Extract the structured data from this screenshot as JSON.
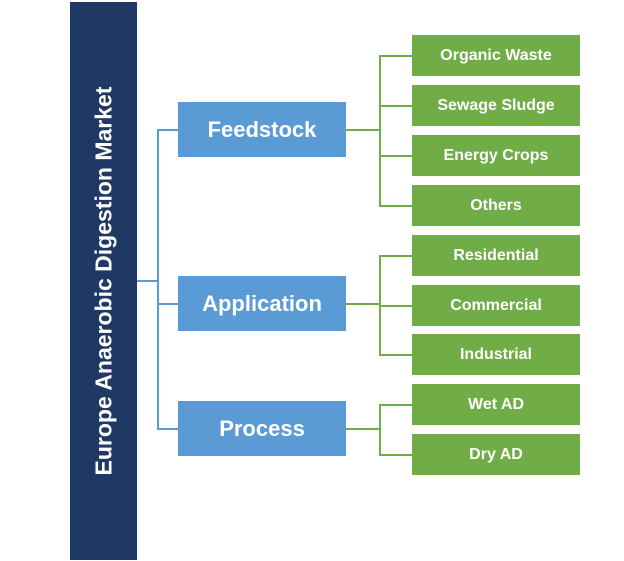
{
  "root": {
    "label": "Europe Anaerobic Digestion Market"
  },
  "categories": [
    {
      "label": "Feedstock",
      "children": [
        "Organic Waste",
        "Sewage Sludge",
        "Energy Crops",
        "Others"
      ]
    },
    {
      "label": "Application",
      "children": [
        "Residential",
        "Commercial",
        "Industrial"
      ]
    },
    {
      "label": "Process",
      "children": [
        "Wet AD",
        "Dry AD"
      ]
    }
  ],
  "colors": {
    "root": "#1f3864",
    "category": "#5b9bd5",
    "leaf": "#70ad47",
    "text": "#ffffff"
  }
}
